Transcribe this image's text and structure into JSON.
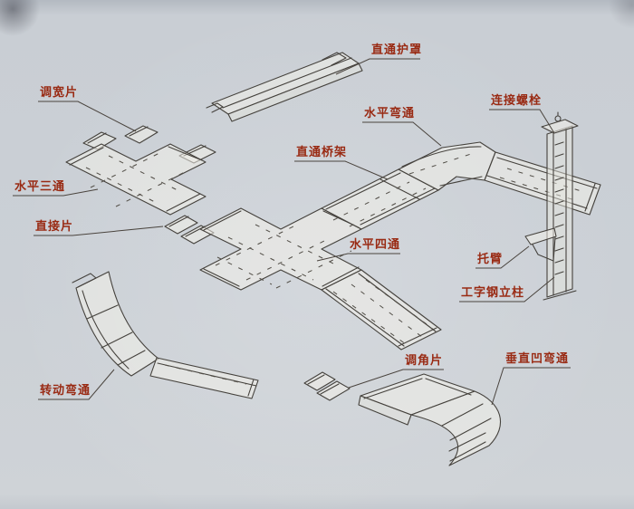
{
  "diagram": {
    "colors": {
      "label": "#992a13",
      "ink": "#45423d",
      "background": "#cbd0d6"
    },
    "labels": [
      {
        "id": "straight-cover",
        "text": "直通护罩"
      },
      {
        "id": "width-adjust-piece",
        "text": "调宽片"
      },
      {
        "id": "horizontal-bend",
        "text": "水平弯通"
      },
      {
        "id": "connecting-bolt",
        "text": "连接螺栓"
      },
      {
        "id": "straight-tray",
        "text": "直通桥架"
      },
      {
        "id": "horizontal-tee",
        "text": "水平三通"
      },
      {
        "id": "connector-piece",
        "text": "直接片"
      },
      {
        "id": "horizontal-cross",
        "text": "水平四通"
      },
      {
        "id": "support-arm",
        "text": "托臂"
      },
      {
        "id": "i-beam-column",
        "text": "工字钢立柱"
      },
      {
        "id": "angle-adjust-piece",
        "text": "调角片"
      },
      {
        "id": "vertical-concave-bend",
        "text": "垂直凹弯通"
      },
      {
        "id": "rotating-bend",
        "text": "转动弯通"
      }
    ]
  }
}
